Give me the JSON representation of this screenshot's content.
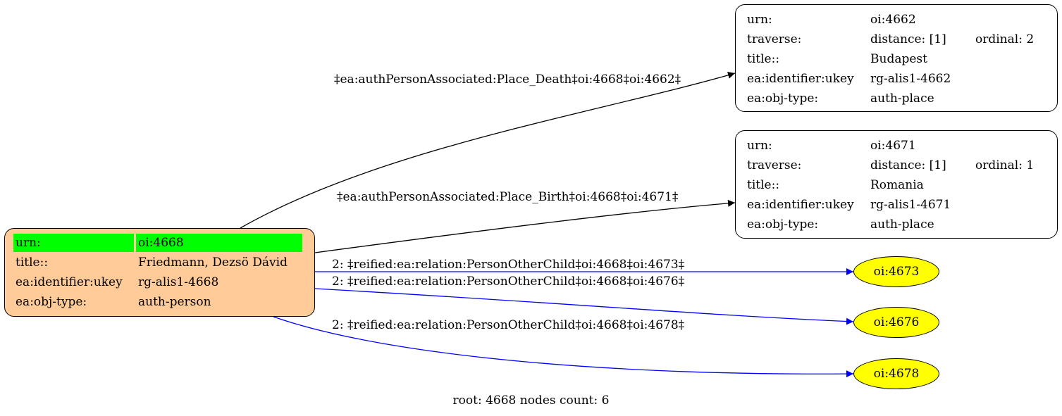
{
  "root_node": {
    "rows": [
      {
        "key": "urn:",
        "value": "oi:4668"
      },
      {
        "key": "title::",
        "value": "Friedmann, Dezsö Dávid"
      },
      {
        "key": "ea:identifier:ukey",
        "value": "rg-alis1-4668"
      },
      {
        "key": "ea:obj-type:",
        "value": "auth-person"
      }
    ],
    "fill": "#ffcc99",
    "highlight": "#00ff00"
  },
  "place_nodes": [
    {
      "urn_label": "urn:",
      "urn": "oi:4662",
      "traverse_label": "traverse:",
      "distance": "distance: [1]",
      "ordinal": "ordinal: 2",
      "title_label": "title::",
      "title": "Budapest",
      "ukey_label": "ea:identifier:ukey",
      "ukey": "rg-alis1-4662",
      "type_label": "ea:obj-type:",
      "type": "auth-place"
    },
    {
      "urn_label": "urn:",
      "urn": "oi:4671",
      "traverse_label": "traverse:",
      "distance": "distance: [1]",
      "ordinal": "ordinal: 1",
      "title_label": "title::",
      "title": "Romania",
      "ukey_label": "ea:identifier:ukey",
      "ukey": "rg-alis1-4671",
      "type_label": "ea:obj-type:",
      "type": "auth-place"
    }
  ],
  "child_nodes": [
    {
      "label": "oi:4673"
    },
    {
      "label": "oi:4676"
    },
    {
      "label": "oi:4678"
    }
  ],
  "edges": [
    {
      "label": "‡ea:authPersonAssociated:Place_Death‡oi:4668‡oi:4662‡",
      "color": "#000000"
    },
    {
      "label": "‡ea:authPersonAssociated:Place_Birth‡oi:4668‡oi:4671‡",
      "color": "#000000"
    },
    {
      "label": "2: ‡reified:ea:relation:PersonOtherChild‡oi:4668‡oi:4673‡",
      "color": "#0000ff"
    },
    {
      "label": "2: ‡reified:ea:relation:PersonOtherChild‡oi:4668‡oi:4676‡",
      "color": "#0000ff"
    },
    {
      "label": "2: ‡reified:ea:relation:PersonOtherChild‡oi:4668‡oi:4678‡",
      "color": "#0000ff"
    }
  ],
  "child_fill": "#ffff00",
  "footer": "root: 4668 nodes count: 6"
}
